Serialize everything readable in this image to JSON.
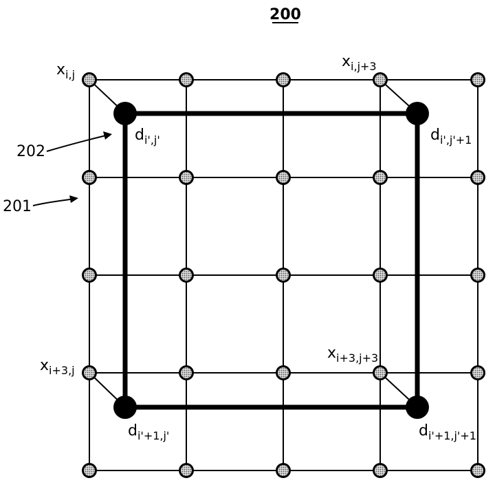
{
  "figure": {
    "number": "200",
    "reference_labels": {
      "coarse_grid": "201",
      "fine_grid": "202"
    }
  },
  "fine_grid": {
    "rows": 5,
    "cols": 5,
    "node_fill": "#bfbfbf",
    "node_stroke": "#000000",
    "labels": {
      "top_left": {
        "base": "x",
        "sub": "i,j"
      },
      "top_right": {
        "base": "x",
        "sub": "i,j+3"
      },
      "bottom_left": {
        "base": "x",
        "sub": "i+3,j"
      },
      "bottom_right": {
        "base": "x",
        "sub": "i+3,j+3"
      }
    }
  },
  "coarse_grid": {
    "node_fill": "#000000",
    "labels": {
      "top_left": {
        "base": "d",
        "sub": "i',j'"
      },
      "top_right": {
        "base": "d",
        "sub": "i',j'+1"
      },
      "bottom_left": {
        "base": "d",
        "sub": "i'+1,j'"
      },
      "bottom_right": {
        "base": "d",
        "sub": "i'+1,j'+1"
      }
    }
  }
}
